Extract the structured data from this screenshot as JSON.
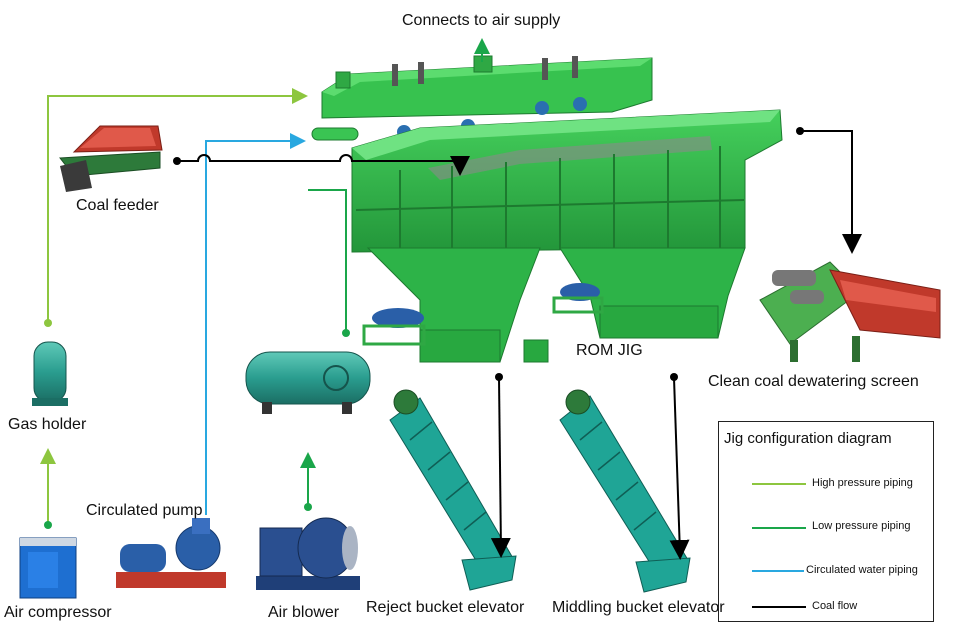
{
  "labels": {
    "air_supply": "Connects to air supply",
    "coal_feeder": "Coal feeder",
    "gas_holder": "Gas holder",
    "air_compressor": "Air compressor",
    "circulated_pump": "Circulated pump",
    "air_blower": "Air blower",
    "rom_jig": "ROM JIG",
    "dewatering_screen": "Clean coal dewatering screen",
    "reject_elevator": "Reject bucket elevator",
    "middling_elevator": "Middling bucket elevator"
  },
  "legend": {
    "title": "Jig configuration diagram",
    "items": [
      {
        "label": "High pressure piping",
        "color": "#8dc63f"
      },
      {
        "label": "Low pressure piping",
        "color": "#1aa64a"
      },
      {
        "label": "Circulated water piping",
        "color": "#29a8e0"
      },
      {
        "label": "Coal flow",
        "color": "#000000"
      }
    ]
  },
  "colors": {
    "jig_green": "#2fb84a",
    "jig_dark": "#1f8a35",
    "screen_red": "#c0392b",
    "elevator_teal": "#1fa596",
    "tank_teal": "#2a9d8f",
    "compressor_blue": "#1e6fd1"
  }
}
